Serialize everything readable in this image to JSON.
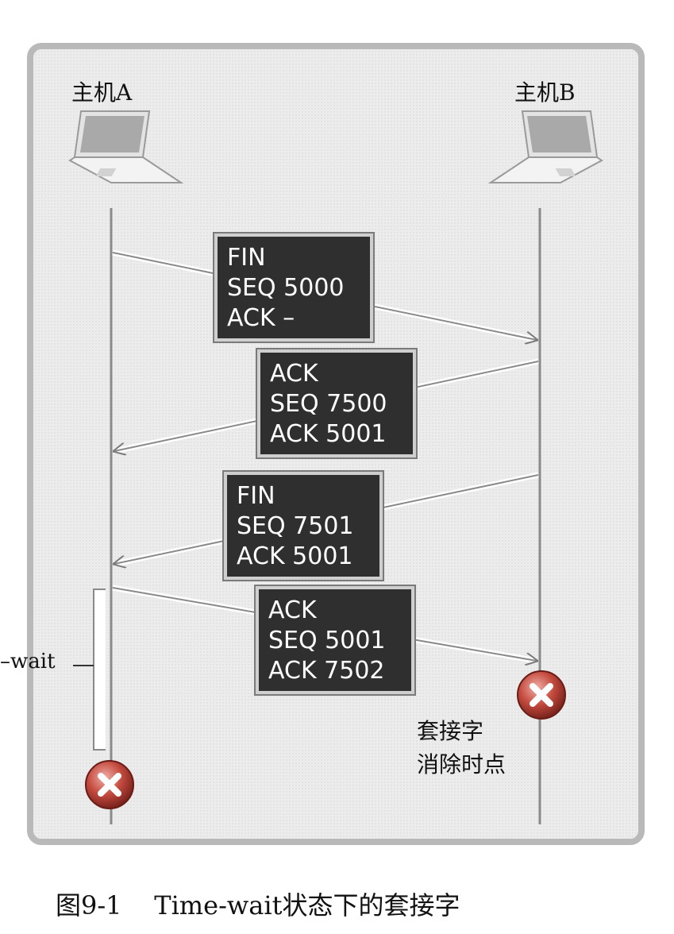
{
  "hosts": {
    "a_label": "主机A",
    "b_label": "主机B"
  },
  "packets": [
    {
      "line1": "FIN",
      "line2": "SEQ 5000",
      "line3": "ACK  –"
    },
    {
      "line1": "ACK",
      "line2": "SEQ 7500",
      "line3": "ACK 5001"
    },
    {
      "line1": "FIN",
      "line2": "SEQ 7501",
      "line3": "ACK 5001"
    },
    {
      "line1": "ACK",
      "line2": "SEQ 5001",
      "line3": "ACK 7502"
    }
  ],
  "time_wait_label": "–wait",
  "socket_close_note": {
    "line1": "套接字",
    "line2": "消除时点"
  },
  "caption": "图9-1    Time-wait状态下的套接字",
  "icons": {
    "host": "laptop-icon",
    "close": "close-icon"
  },
  "colors": {
    "panel_bg": "#ececec",
    "panel_border": "#b9b9b9",
    "packet_bg": "#2f2f2f",
    "packet_text": "#ffffff"
  }
}
